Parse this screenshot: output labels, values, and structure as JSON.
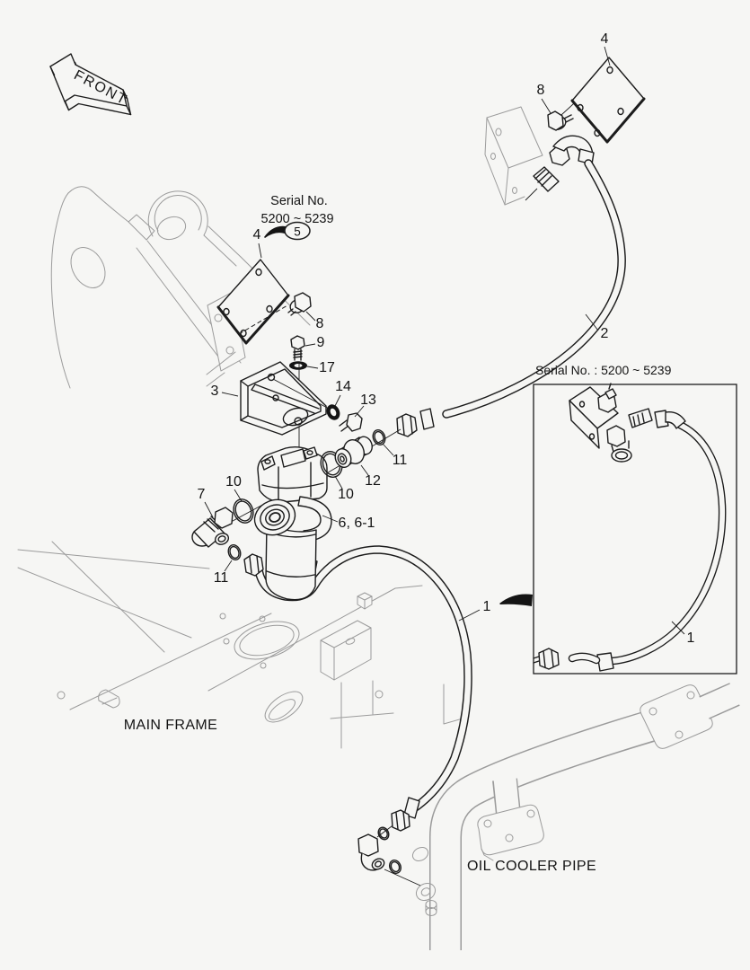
{
  "diagram": {
    "front_marker": "FRONT",
    "serial_note": {
      "line1": "Serial No.",
      "line2": "5200 ~ 5239"
    },
    "balloon": "5",
    "inset": {
      "title": "Serial No. : 5200 ~ 5239"
    },
    "area_labels": {
      "main_frame": "MAIN FRAME",
      "oil_cooler_pipe": "OIL COOLER PIPE"
    },
    "part_numbers": {
      "n1": "1",
      "n2": "2",
      "n3": "3",
      "n4": "4",
      "n6": "6, 6-1",
      "n7": "7",
      "n8": "8",
      "n9": "9",
      "n10": "10",
      "n11": "11",
      "n12": "12",
      "n13": "13",
      "n14": "14",
      "n17": "17"
    },
    "colors": {
      "background": "#f6f6f4",
      "line_dark": "#1c1c1c",
      "line_light": "#9b9b9b"
    }
  }
}
